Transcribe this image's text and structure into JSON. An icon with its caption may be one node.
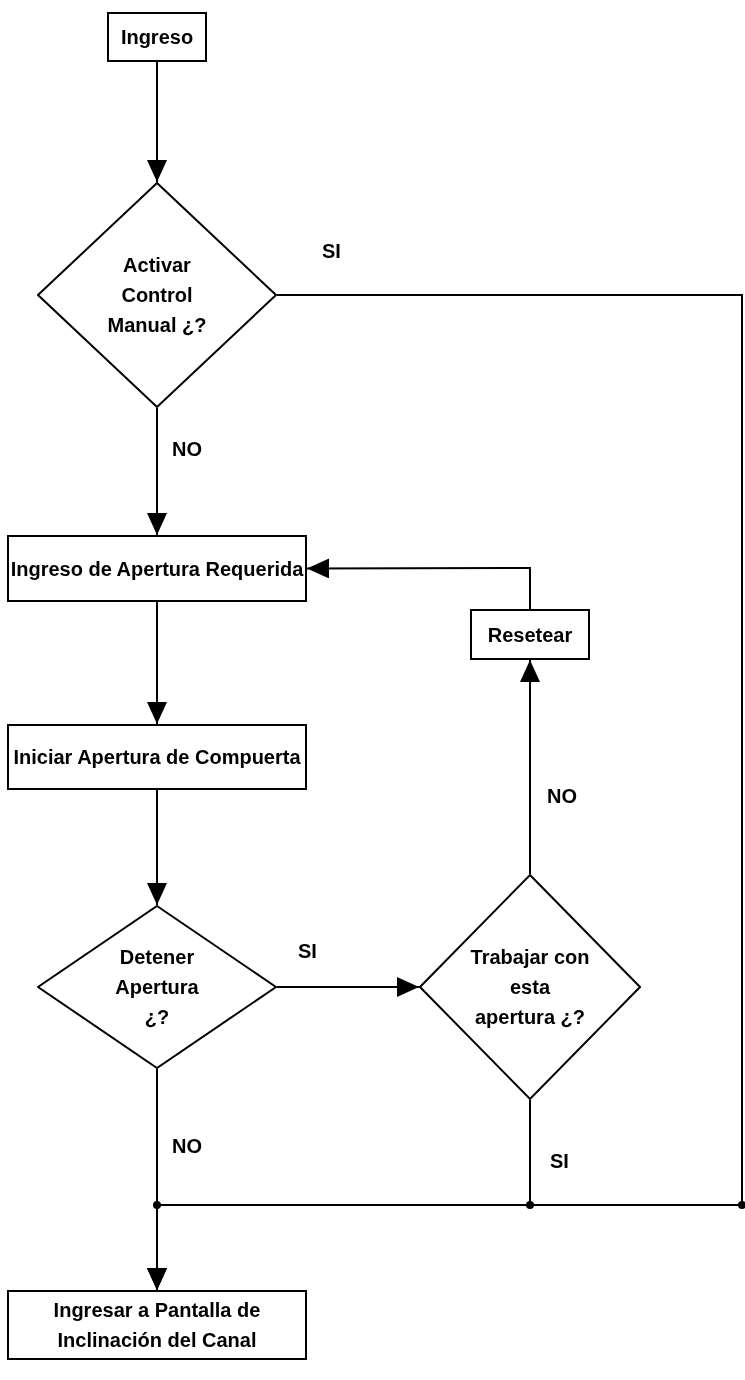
{
  "diagram": {
    "nodes": [
      {
        "text": [
          "Ingreso"
        ]
      },
      {
        "text": [
          "Activar Control Manual ¿?"
        ]
      },
      {
        "text": [
          "Ingreso de Apertura Requerida"
        ]
      },
      {
        "text": [
          "Resetear"
        ]
      },
      {
        "text": [
          "Iniciar Apertura de Compuerta"
        ]
      },
      {
        "text": [
          "Detener Apertura ¿?"
        ]
      },
      {
        "text": [
          "Trabajar con esta apertura ¿?"
        ]
      },
      {
        "text": [
          "Ingresar a Pantalla de Inclinación del Canal"
        ]
      }
    ],
    "edges": [
      {
        "from": 0,
        "to": 1,
        "arrow": "to"
      },
      {
        "from": 1,
        "to": 2,
        "arrow": "to",
        "label": "NO"
      },
      {
        "from": 1,
        "to": 7,
        "arrow": "to",
        "label": "SI"
      },
      {
        "from": 2,
        "to": 4,
        "arrow": "to"
      },
      {
        "from": 4,
        "to": 5,
        "arrow": "to"
      },
      {
        "from": 5,
        "to": 6,
        "arrow": "to",
        "label": "SI"
      },
      {
        "from": 6,
        "to": 3,
        "arrow": "to",
        "label": "NO"
      },
      {
        "from": 3,
        "to": 2,
        "arrow": "to"
      },
      {
        "from": 5,
        "to": 7,
        "arrow": "to",
        "label": "NO"
      },
      {
        "from": 6,
        "to": 7,
        "arrow": "to",
        "label": "SI"
      }
    ]
  }
}
